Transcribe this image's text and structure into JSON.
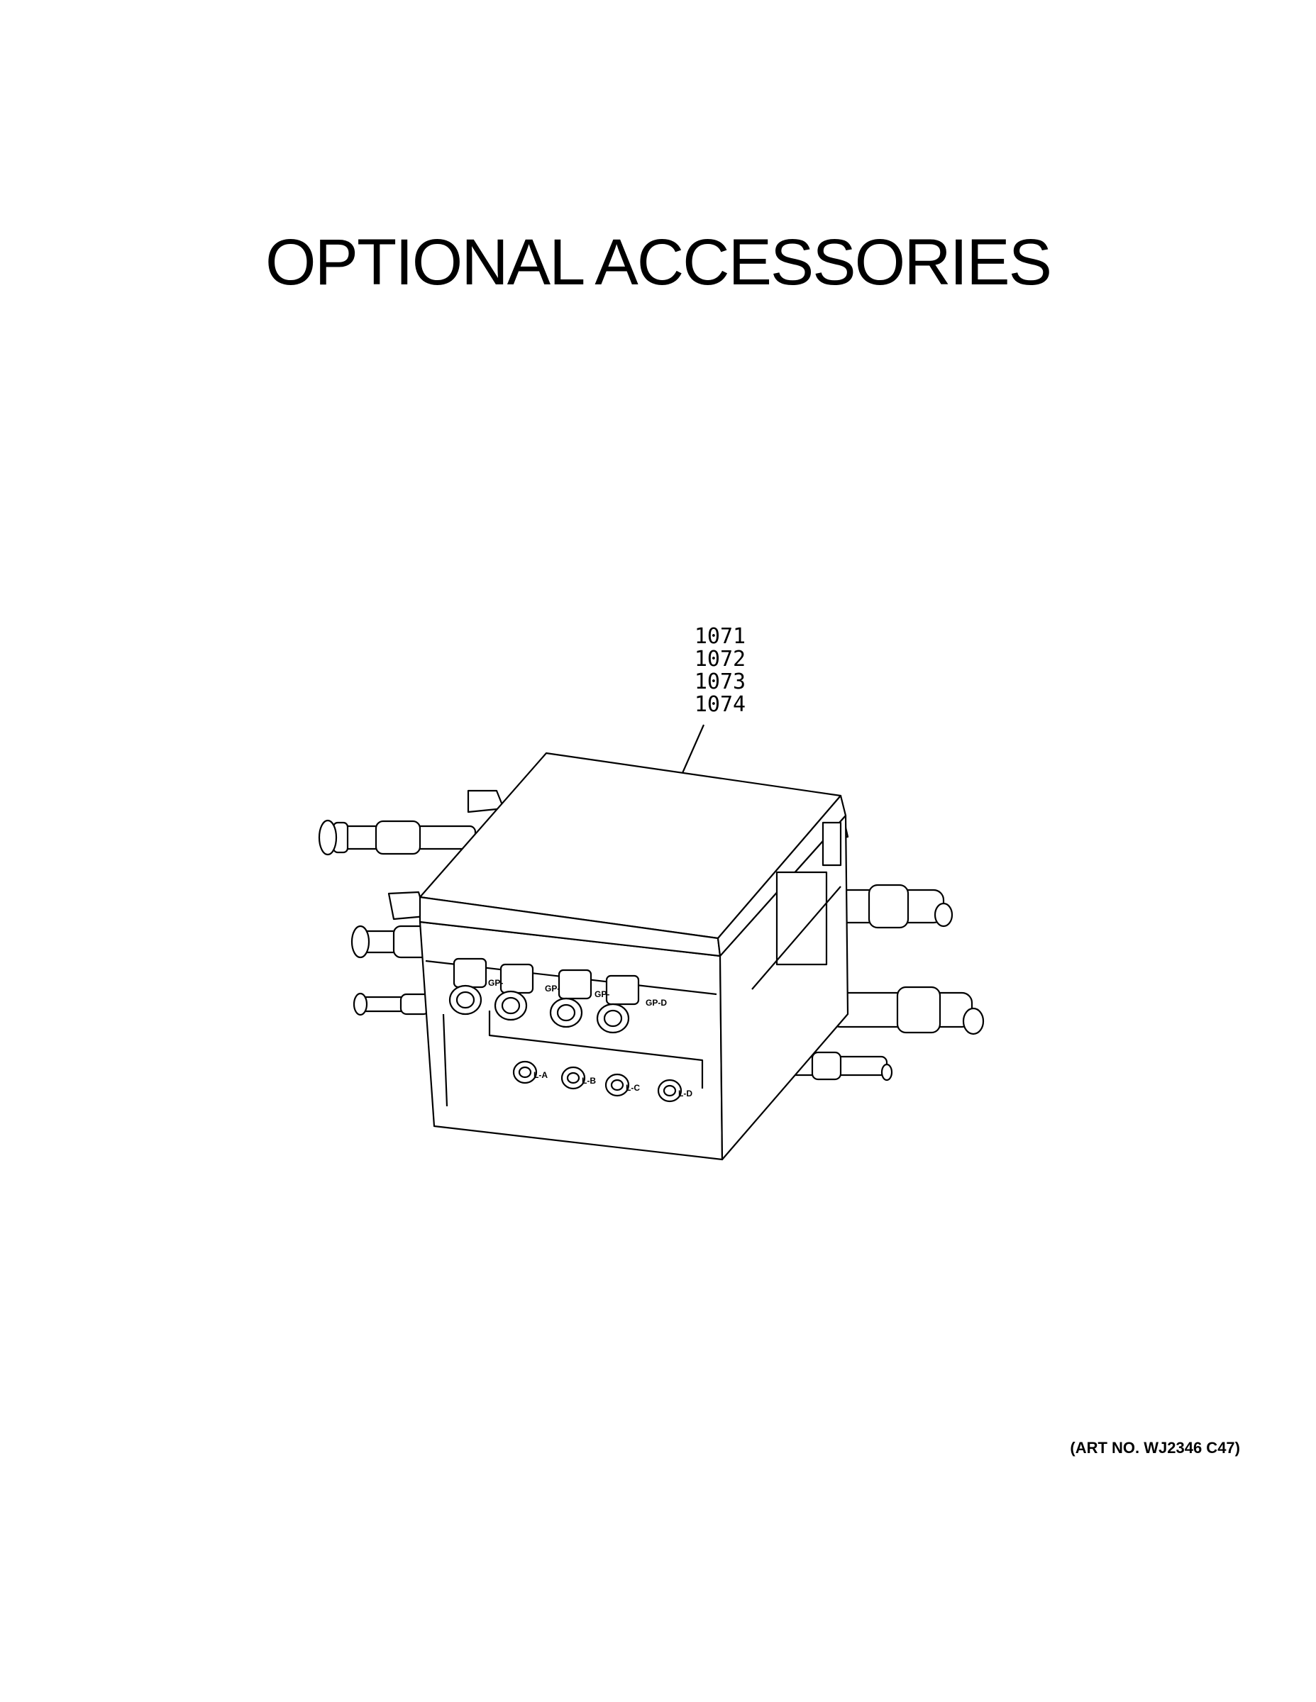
{
  "title": "OPTIONAL ACCESSORIES",
  "callouts": [
    "1071",
    "1072",
    "1073",
    "1074"
  ],
  "art_number": "(ART NO. WJ2346 C47)",
  "assembly": {
    "top_valve_labels": [
      "GP-",
      "GP-",
      "GP-",
      "GP-D"
    ],
    "bottom_valve_labels": [
      "L-A",
      "L-B",
      "L-C",
      "L-D"
    ]
  }
}
